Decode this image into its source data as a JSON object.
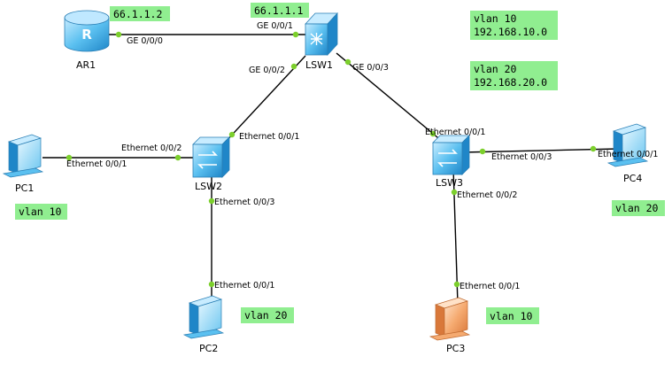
{
  "devices": {
    "ar1": {
      "label": "AR1",
      "icon": "router-icon"
    },
    "lsw1": {
      "label": "LSW1",
      "icon": "core-switch-icon"
    },
    "lsw2": {
      "label": "LSW2",
      "icon": "access-switch-icon"
    },
    "lsw3": {
      "label": "LSW3",
      "icon": "access-switch-icon"
    },
    "pc1": {
      "label": "PC1",
      "icon": "pc-icon"
    },
    "pc2": {
      "label": "PC2",
      "icon": "pc-icon"
    },
    "pc3": {
      "label": "PC3",
      "icon": "pc-icon"
    },
    "pc4": {
      "label": "PC4",
      "icon": "pc-icon"
    }
  },
  "ports": {
    "ar1_ge000": "GE 0/0/0",
    "lsw1_ge001": "GE 0/0/1",
    "lsw1_ge002": "GE 0/0/2",
    "lsw1_ge003": "GE 0/0/3",
    "lsw2_e001": "Ethernet 0/0/1",
    "lsw2_e002": "Ethernet 0/0/2",
    "lsw2_e003": "Ethernet 0/0/3",
    "pc1_e001": "Ethernet 0/0/1",
    "pc2_e001": "Ethernet 0/0/1",
    "lsw3_e001": "Ethernet 0/0/1",
    "lsw3_e002": "Ethernet 0/0/2",
    "lsw3_e003": "Ethernet 0/0/3",
    "pc3_e001": "Ethernet 0/0/1",
    "pc4_e001": "Ethernet 0/0/1"
  },
  "notes": {
    "ar1_ip": "66.1.1.2",
    "lsw1_ip": "66.1.1.1",
    "vlan10_info": [
      "vlan 10",
      "192.168.10.0"
    ],
    "vlan20_info": [
      "vlan 20",
      "192.168.20.0"
    ],
    "pc1_vlan": "vlan 10",
    "pc2_vlan": "vlan 20",
    "pc3_vlan": "vlan 10",
    "pc4_vlan": "vlan 20"
  },
  "colors": {
    "note_bg": "#90ee90",
    "link_dot": "#7ccf2c",
    "device_blue": "#3aa8e0",
    "pc3_orange": "#f0a060"
  }
}
